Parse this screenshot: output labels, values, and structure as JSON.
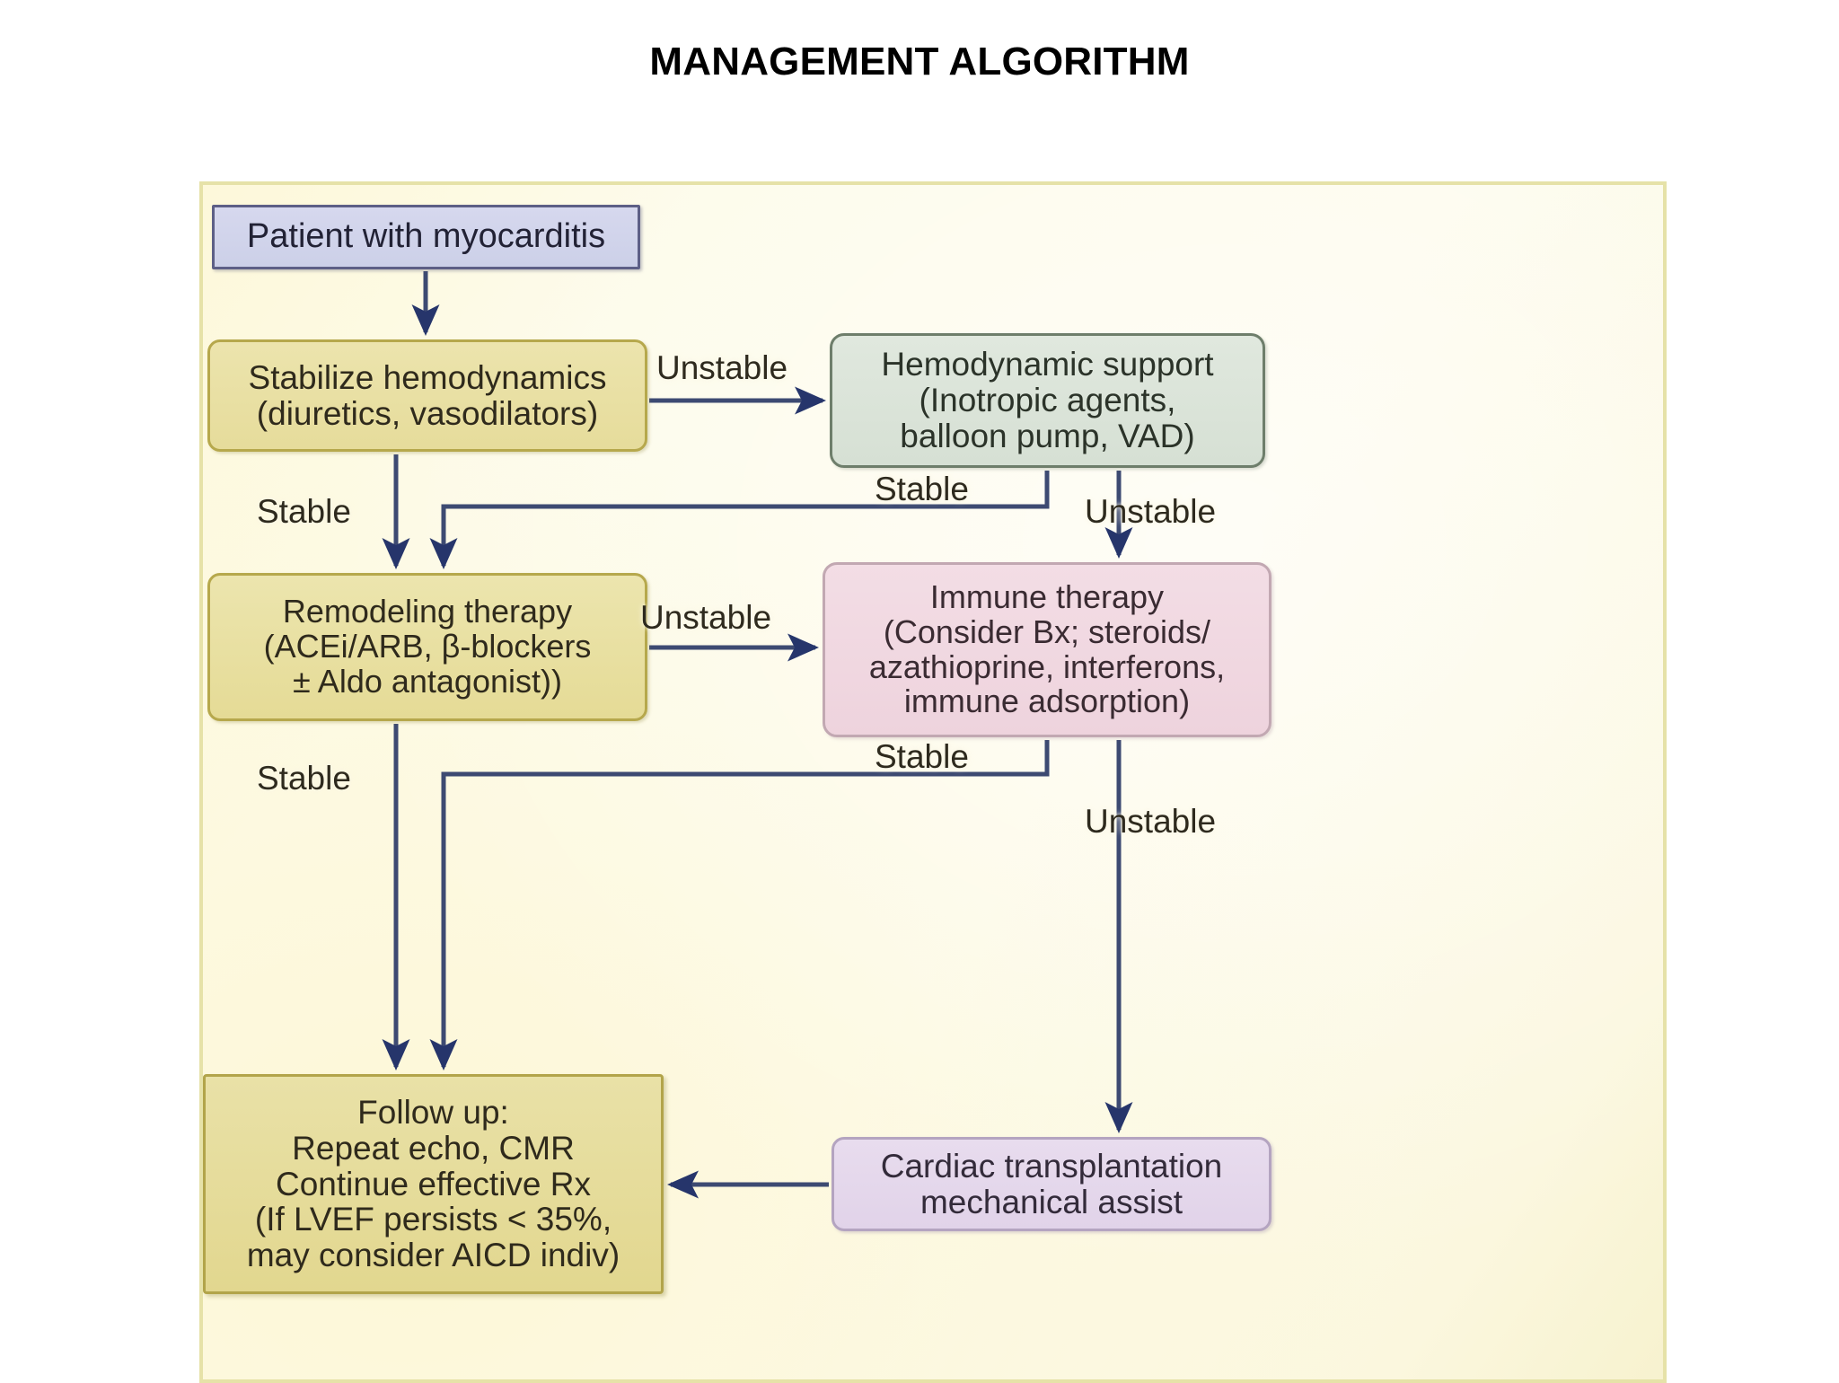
{
  "slide": {
    "title": "MANAGEMENT ALGORITHM"
  },
  "colors": {
    "frame_background": "#fdfbe9",
    "frame_border": "#e6e2a8",
    "arrow": "#2b3a66",
    "node_patient_fill": "#d0d4ea",
    "node_patient_border": "#5d5f86",
    "node_khaki_fill": "#e8e0a3",
    "node_khaki_border": "#b6a84c",
    "node_green_fill": "#dbe4d9",
    "node_green_border": "#6e7e6b",
    "node_pink_fill": "#f0d8e1",
    "node_pink_border": "#c2a8b2",
    "node_purple_fill": "#e4d7ec",
    "node_purple_border": "#b4a4c0",
    "text": "#2f2a1c"
  },
  "diagram": {
    "type": "flowchart",
    "nodes": [
      {
        "id": "patient",
        "label": "Patient with myocarditis",
        "shape": "rectangle",
        "color": "lavender"
      },
      {
        "id": "stabilize",
        "label": "Stabilize hemodynamics\n(diuretics, vasodilators)",
        "shape": "rounded-rectangle",
        "color": "khaki"
      },
      {
        "id": "hemodynamic_support",
        "label": "Hemodynamic support\n(Inotropic agents,\nballoon pump, VAD)",
        "shape": "rounded-rectangle",
        "color": "pale-green"
      },
      {
        "id": "remodeling",
        "label": "Remodeling therapy\n(ACEi/ARB, β-blockers\n± Aldo antagonist))",
        "shape": "rounded-rectangle",
        "color": "khaki"
      },
      {
        "id": "immune",
        "label": "Immune therapy\n(Consider Bx; steroids/\nazathioprine, interferons,\nimmune adsorption)",
        "shape": "rounded-rectangle",
        "color": "pink"
      },
      {
        "id": "followup",
        "label": "Follow up:\nRepeat echo, CMR\nContinue effective Rx\n(If LVEF persists < 35%,\nmay consider AICD indiv)",
        "shape": "rectangle",
        "color": "khaki"
      },
      {
        "id": "transplant",
        "label": "Cardiac transplantation\nmechanical assist",
        "shape": "rounded-rectangle",
        "color": "light-purple"
      }
    ],
    "edges": [
      {
        "id": "e1",
        "from": "patient",
        "to": "stabilize",
        "label": ""
      },
      {
        "id": "e2",
        "from": "stabilize",
        "to": "hemodynamic_support",
        "label": "Unstable"
      },
      {
        "id": "e3",
        "from": "stabilize",
        "to": "remodeling",
        "label": "Stable"
      },
      {
        "id": "e4",
        "from": "hemodynamic_support",
        "to": "remodeling",
        "label": "Stable"
      },
      {
        "id": "e5",
        "from": "hemodynamic_support",
        "to": "immune",
        "label": "Unstable"
      },
      {
        "id": "e6",
        "from": "remodeling",
        "to": "immune",
        "label": "Unstable"
      },
      {
        "id": "e7",
        "from": "remodeling",
        "to": "followup",
        "label": "Stable"
      },
      {
        "id": "e8",
        "from": "immune",
        "to": "followup",
        "label": "Stable"
      },
      {
        "id": "e9",
        "from": "immune",
        "to": "transplant",
        "label": "Unstable"
      },
      {
        "id": "e10",
        "from": "transplant",
        "to": "followup",
        "label": ""
      }
    ],
    "edge_labels": {
      "unstable_stabilize_to_support": "Unstable",
      "stable_stabilize_to_remodeling": "Stable",
      "stable_support_to_remodeling": "Stable",
      "unstable_support_to_immune": "Unstable",
      "unstable_remodeling_to_immune": "Unstable",
      "stable_remodeling_to_followup": "Stable",
      "stable_immune_to_followup": "Stable",
      "unstable_immune_to_transplant": "Unstable"
    }
  }
}
